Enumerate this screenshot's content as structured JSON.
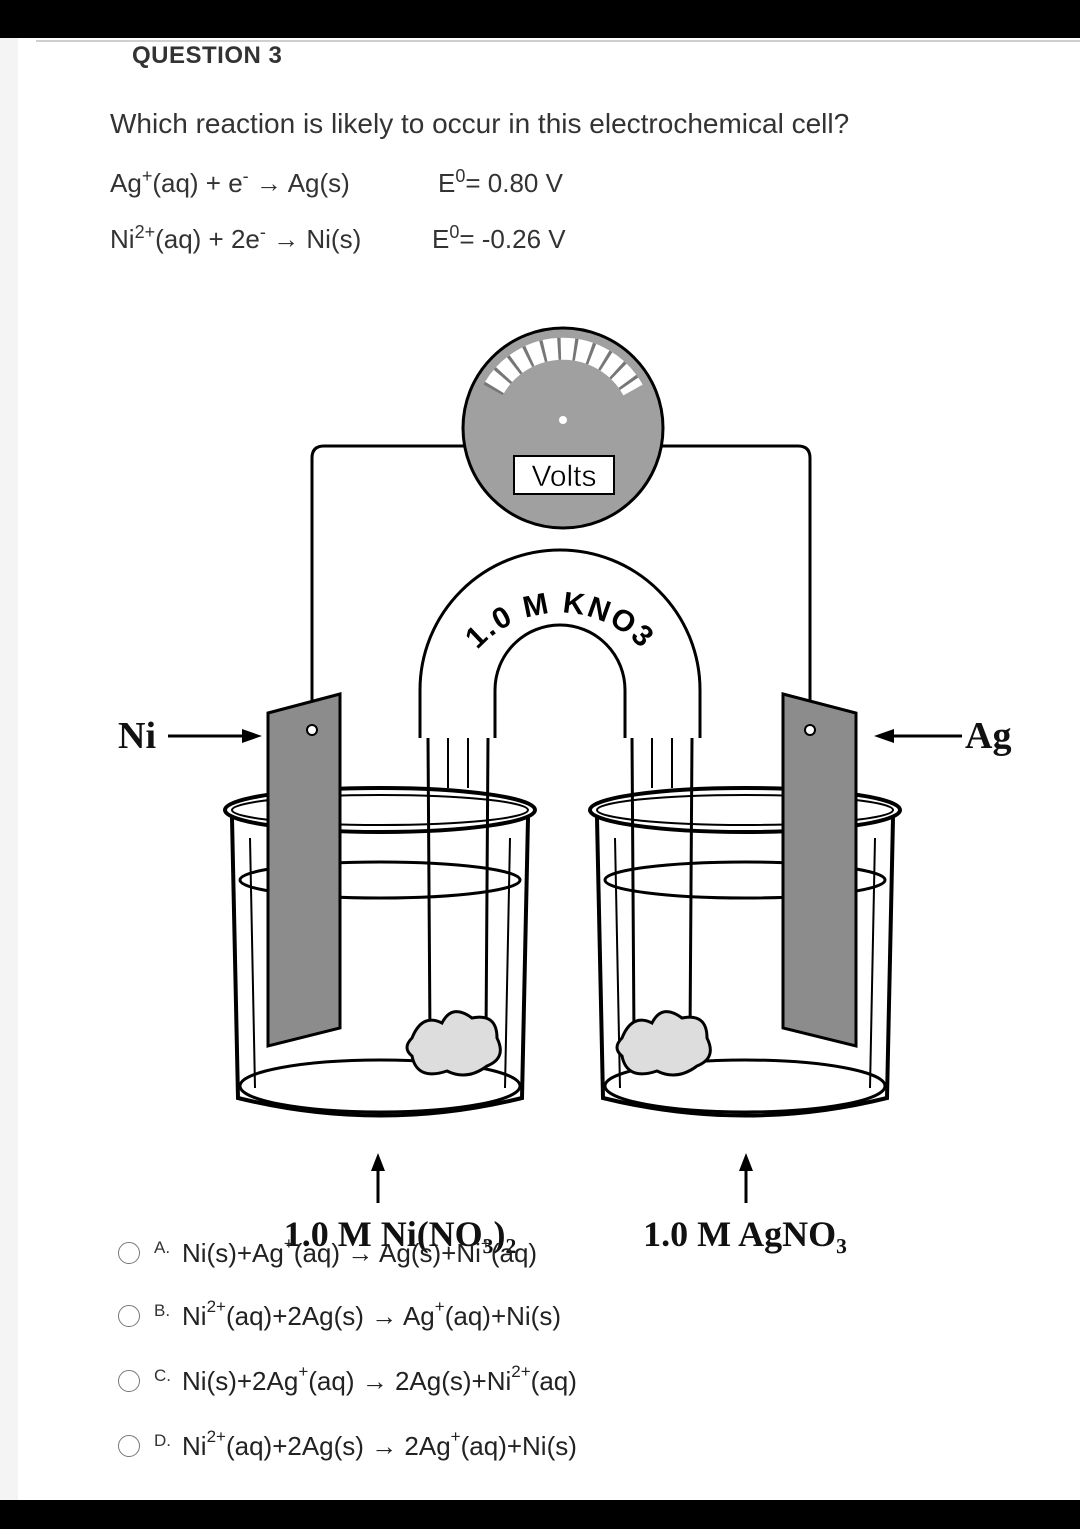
{
  "question": {
    "title": "QUESTION 3",
    "prompt": "Which reaction is likely to occur in this electrochemical cell?"
  },
  "half_reactions": [
    {
      "lhs_base": "Ag",
      "lhs_sup": "+",
      "lhs_rest": "(aq) + e",
      "e_sup": "-",
      "arrow": "→",
      "rhs": "Ag(s)",
      "e0_label": "E",
      "e0_sup": "0",
      "e0_value": "= 0.80 V"
    },
    {
      "lhs_base": "Ni",
      "lhs_sup": "2+",
      "lhs_rest": "(aq) + 2e",
      "e_sup": "-",
      "arrow": "→",
      "rhs": "Ni(s)",
      "e0_label": "E",
      "e0_sup": "0",
      "e0_value": "= -0.26 V"
    }
  ],
  "diagram": {
    "voltmeter_label": "Volts",
    "salt_bridge_label": "1.0 M KNO3",
    "left_electrode_label": "Ni",
    "right_electrode_label": "Ag",
    "left_solution_label": "1.0 M Ni(NO₃)₂",
    "right_solution_label": "1.0 M AgNO₃"
  },
  "options": [
    {
      "letter": "A.",
      "parts": [
        "Ni(s)+Ag",
        "+",
        "(aq) → Ag(s)+Ni",
        "+",
        "(aq)"
      ]
    },
    {
      "letter": "B.",
      "parts": [
        "Ni",
        "2+",
        "(aq)+2Ag(s) → Ag",
        "+",
        "(aq)+Ni(s)"
      ]
    },
    {
      "letter": "C.",
      "parts": [
        "Ni(s)+2Ag",
        "+",
        "(aq) → 2Ag(s)+Ni",
        "2+",
        "(aq)"
      ]
    },
    {
      "letter": "D.",
      "parts": [
        "Ni",
        "2+",
        "(aq)+2Ag(s) → 2Ag",
        "+",
        "(aq)+Ni(s)"
      ]
    }
  ],
  "colors": {
    "text": "#333333",
    "electrode": "#8c8c8c",
    "meter": "#a0a0a0"
  }
}
